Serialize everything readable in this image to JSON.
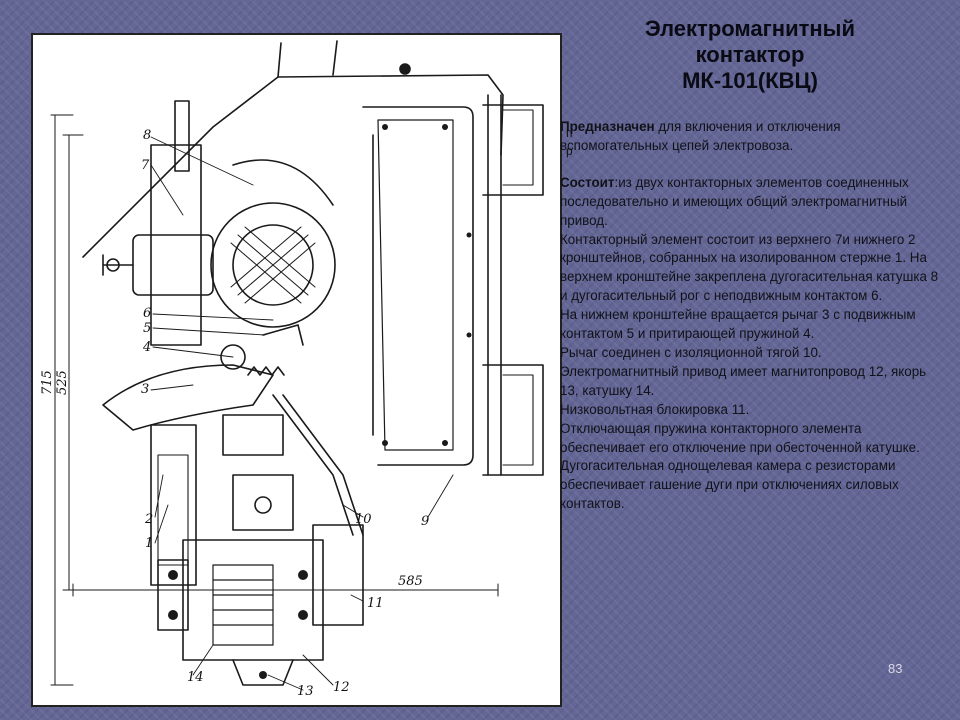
{
  "slide": {
    "title_lines": [
      "Электромагнитный",
      "контактор",
      "МК-101(КВЦ)"
    ],
    "page_number": "83"
  },
  "description": {
    "purpose_lead": "Предназначен",
    "purpose_text": " для включения и отключения вспомогательных цепей электровоза.",
    "composition_lead": "Состоит",
    "composition_text": ":из двух контакторных элементов соединенных последовательно и имеющих общий электромагнитный привод.",
    "paragraphs": [
      "Контакторный элемент состоит из верхнего 7и нижнего 2 кронштейнов, собранных на изолированном стержне 1. На верхнем кронштейне закреплена дугогасительная катушка  8 и дугогасительный рог с неподвижным контактом 6.",
      "На нижнем кронштейне вращается рычаг 3 с подвижным контактом 5 и притирающей пружиной 4.",
      "Рычаг соединен с изоляционной тягой 10. Электромагнитный привод имеет магнитопровод 12, якорь 13, катушку 14.",
      "Низковольтная блокировка 11.",
      "Отключающая пружина контакторного элемента обеспечивает его отключение при обесточенной катушке.",
      "Дугогасительная однощелевая камера с резисторами обеспечивает гашение дуги при отключениях силовых контактов."
    ],
    "stray_glyphs": [
      "п",
      "р"
    ]
  },
  "drawing": {
    "dimensions": [
      "715",
      "525",
      "585"
    ],
    "part_numbers": [
      "1",
      "2",
      "3",
      "4",
      "5",
      "6",
      "7",
      "8",
      "9",
      "10",
      "11",
      "12",
      "13",
      "14"
    ]
  }
}
